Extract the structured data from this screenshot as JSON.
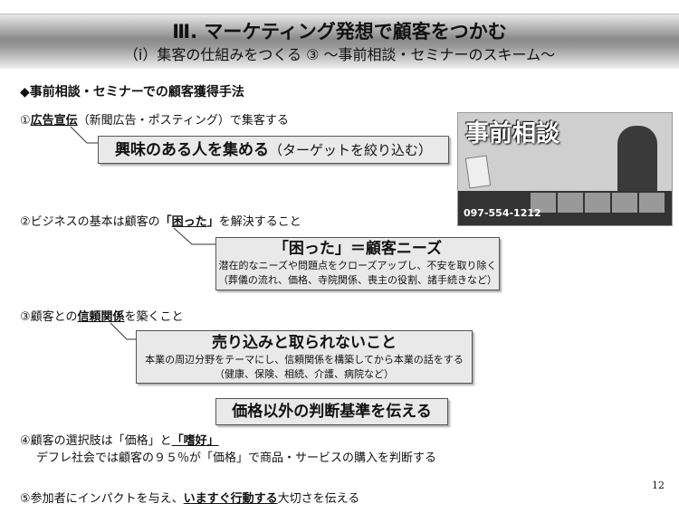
{
  "header": {
    "title": "Ⅲ. マーケティング発想で顧客をつかむ",
    "subtitle": "（ⅰ）集客の仕組みをつくる ③ ～事前相談・セミナーのスキーム～"
  },
  "section_heading": "◆事前相談・セミナーでの顧客獲得手法",
  "point1": {
    "prefix": "①",
    "emph": "広告宣伝",
    "suffix": "（新聞広告・ポスティング）で集客する",
    "box_main": "興味のある人を集める",
    "box_sub": "（ターゲットを絞り込む）"
  },
  "ad": {
    "headline": "事前相談",
    "phone": "097-554-1212"
  },
  "point2": {
    "prefix": "②ビジネスの基本は顧客の",
    "open": "「",
    "emph": "困った",
    "close": "」",
    "suffix": "を解決すること",
    "box_title": "「困った」＝顧客ニーズ",
    "box_line1": "潜在的なニーズや問題点をクローズアップし、不安を取り除く",
    "box_line2": "（葬儀の流れ、価格、寺院関係、喪主の役割、諸手続きなど）"
  },
  "point3": {
    "prefix": "③顧客との",
    "emph": "信頼関係",
    "suffix": "を築くこと",
    "box_title": "売り込みと取られないこと",
    "box_line1": "本業の周辺分野をテーマにし、信頼関係を構築してから本業の話をする",
    "box_line2": "（健康、保険、相続、介護、病院など）"
  },
  "point4": {
    "box_title": "価格以外の判断基準を伝える",
    "prefix": "④顧客の選択肢は「価格」と",
    "emph": "「嗜好」",
    "line2": "デフレ社会では顧客の９５％が「価格」で商品・サービスの購入を判断する"
  },
  "point5": {
    "prefix": "⑤参加者にインパクトを与え、",
    "emph": "いますぐ行動する",
    "suffix": "大切さを伝える"
  },
  "page_number": "12"
}
